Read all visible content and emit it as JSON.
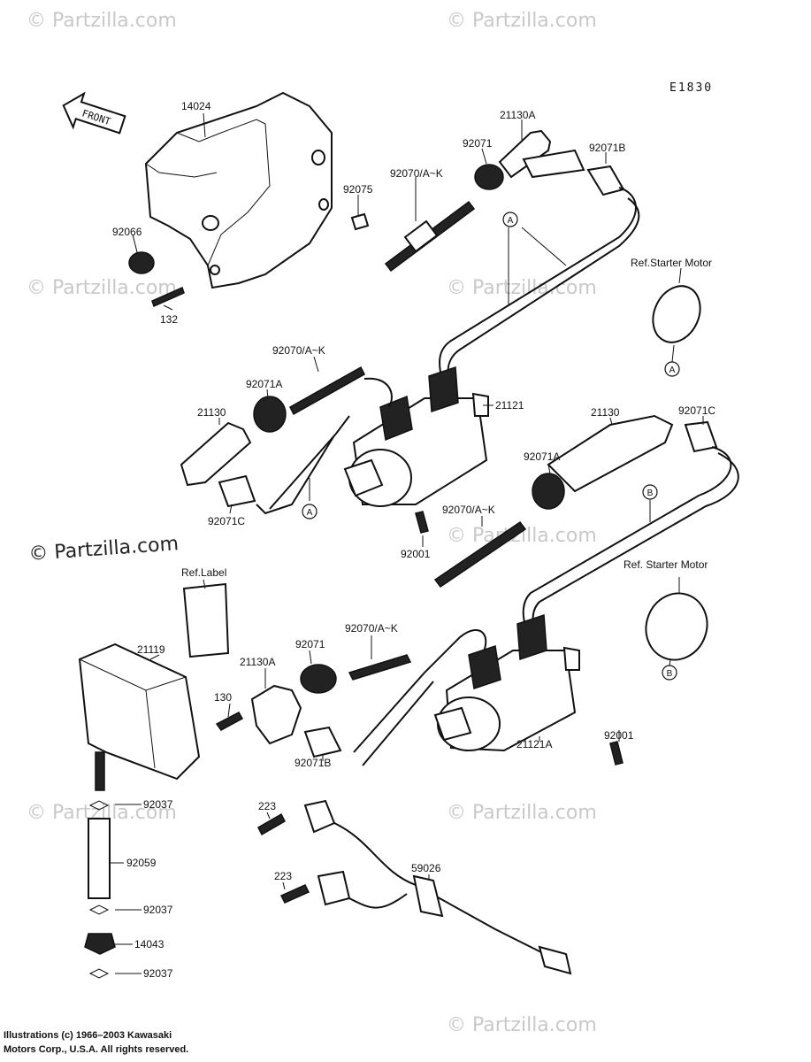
{
  "diagram_code": "E1830",
  "front_arrow": "FRONT",
  "watermarks": [
    "© Partzilla.com",
    "© Partzilla.com",
    "© Partzilla.com",
    "© Partzilla.com",
    "© Partzilla.com",
    "© Partzilla.com",
    "© Partzilla.com",
    "© Partzilla.com"
  ],
  "watermark_main": "© Partzilla.com",
  "ref_labels": {
    "starter_a": "Ref.Starter Motor",
    "starter_b": "Ref. Starter Motor",
    "label": "Ref.Label"
  },
  "markers": {
    "a": "A",
    "b": "B"
  },
  "parts": {
    "p14024": "14024",
    "p92066": "92066",
    "p132": "132",
    "p92075": "92075",
    "p92070_top": "92070/A~K",
    "p92071_top": "92071",
    "p21130A_top": "21130A",
    "p92071B_top": "92071B",
    "p92070_mid": "92070/A~K",
    "p92071A_left": "92071A",
    "p21130_left": "21130",
    "p92071C_left": "92071C",
    "p21121": "21121",
    "p92001_mid": "92001",
    "p21130_right": "21130",
    "p92071C_right": "92071C",
    "p92071A_right": "92071A",
    "p92070_right": "92070/A~K",
    "p21119": "21119",
    "p130": "130",
    "p21130A_low": "21130A",
    "p92071_low": "92071",
    "p92070_low": "92070/A~K",
    "p92071B_low": "92071B",
    "p21121A": "21121A",
    "p92001_low": "92001",
    "p92037_a": "92037",
    "p92059": "92059",
    "p92037_b": "92037",
    "p14043": "14043",
    "p92037_c": "92037",
    "p223_a": "223",
    "p223_b": "223",
    "p59026": "59026"
  },
  "copyright_line1": "Illustrations (c) 1966–2003 Kawasaki",
  "copyright_line2": "Motors Corp., U.S.A.  All rights reserved."
}
